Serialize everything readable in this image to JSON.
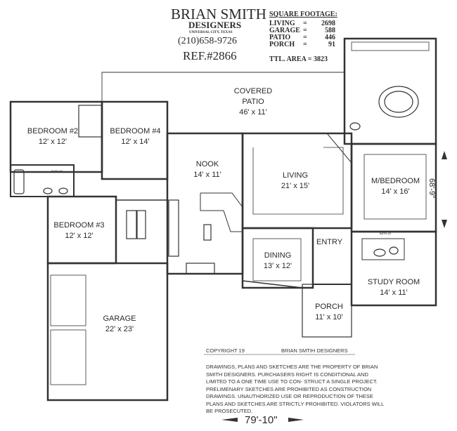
{
  "header": {
    "company": "BRIAN SMITH",
    "subtitle": "DESIGNERS",
    "location": "UNIVERSAL CITY, TEXAS",
    "phone": "(210)658-9726",
    "ref": "REF.#2866"
  },
  "square_footage": {
    "title": "SQUARE FOOTAGE:",
    "rows": [
      {
        "label": "LIVING",
        "eq": "=",
        "value": "2698"
      },
      {
        "label": "GARAGE",
        "eq": "=",
        "value": "588"
      },
      {
        "label": "PATIO",
        "eq": "=",
        "value": "446"
      },
      {
        "label": "PORCH",
        "eq": "=",
        "value": "91"
      }
    ],
    "total_label": "TTL. AREA =",
    "total_value": "3823"
  },
  "rooms": {
    "patio": {
      "name": "COVERED\nPATIO",
      "name1": "COVERED",
      "name2": "PATIO",
      "size": "46' x 11'"
    },
    "bedroom2": {
      "name": "BEDROOM #2",
      "size": "12' x 12'"
    },
    "bedroom4": {
      "name": "BEDROOM #4",
      "size": "12' x 14'"
    },
    "bath2": {
      "name": "BATH #2"
    },
    "nook": {
      "name": "NOOK",
      "size": "14' x 11'"
    },
    "living": {
      "name": "LIVING",
      "size": "21' x 15'"
    },
    "mbedroom": {
      "name": "M/BEDROOM",
      "size": "14' x 16'"
    },
    "bedroom3": {
      "name": "BEDROOM #3",
      "size": "12' x 12'"
    },
    "bath3": {
      "name": "BATH #3"
    },
    "dining": {
      "name": "DINING",
      "size": "13' x 12'"
    },
    "entry": {
      "name": "ENTRY"
    },
    "study": {
      "name": "STUDY ROOM",
      "size": "14' x 11'"
    },
    "porch": {
      "name": "PORCH",
      "size": "11' x 10'"
    },
    "garage": {
      "name": "GARAGE",
      "size": "22' x 23'"
    }
  },
  "dimensions": {
    "depth": "68'-9\"",
    "width": "79'-10\""
  },
  "copyright": {
    "line": "COPYRIGHT 19",
    "owner": "BRIAN  SMTIH DESIGNERS",
    "notice": "DRAWINGS, PLANS AND SKETCHES ARE THE PROPERTY OF BRIAN SMITH DESIGNERS.  PURCHASERS RIGHT IS CONDITIONAL AND LIMITED TO A ONE TIME USE TO CON- STRUCT A SINGLE PROJECT.  PRELIMENARY SKETCHES ARE PROHIBITED AS CONSTRUCTION DRAWINGS.  UNAUTHORIZED USE OR REPRODUCTION OF THESE PLANS AND SKETCHES ARE STRICTLY PROHIBITED.  VIOLATORS WILL BE PROSECUTED."
  }
}
